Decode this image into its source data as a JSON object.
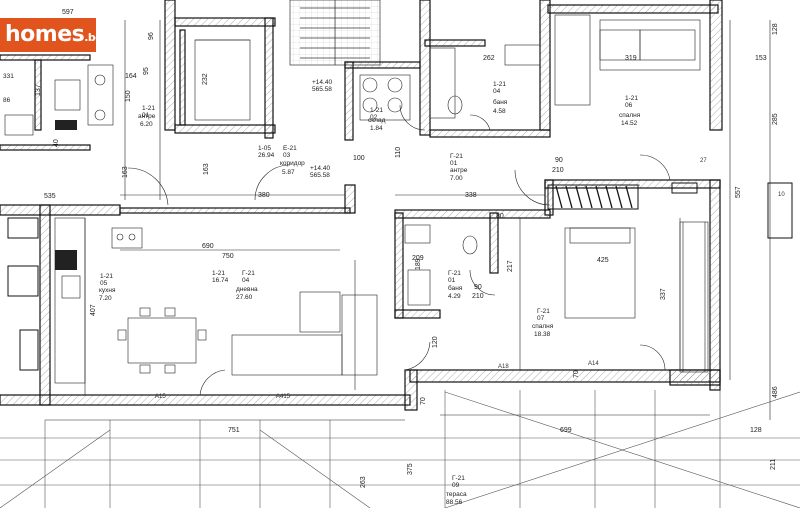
{
  "logo": {
    "main": "homes",
    "tld": ".bg"
  },
  "rooms": {
    "entry_left": {
      "num": "1-21\n01",
      "name": "антре",
      "area": "6.20"
    },
    "corridor": {
      "num": "1-05\n26.94",
      "code": "E-21\n03",
      "name": "коридор",
      "area": "5.87"
    },
    "storage": {
      "num": "1-21\n02",
      "name": "склад",
      "area": "1.84"
    },
    "bath_top": {
      "num": "1-21\n04",
      "name": "баня",
      "area": "4.58"
    },
    "entry_mid": {
      "num": "Г-21\n01",
      "name": "антре",
      "area": "7.00"
    },
    "bedroom_top": {
      "num": "1-21\n06",
      "name": "спалня",
      "area": "14.52"
    },
    "kitchen": {
      "num": "1-21\n05",
      "name": "кухня",
      "area": "7.20"
    },
    "living": {
      "num": "1-21\n16.74",
      "code": "Г-21\n04",
      "name": "дневна",
      "area": "27.60"
    },
    "bath_mid": {
      "num": "Г-21\n01",
      "name": "баня",
      "area": "4.29"
    },
    "bedroom_mid": {
      "num": "Г-21\n07",
      "name": "спалня",
      "area": "18.38"
    },
    "terrace": {
      "num": "Г-21\n09",
      "name": "тераса",
      "area": "88.56"
    },
    "left_small": {
      "num": "331",
      "area": "86"
    }
  },
  "dimensions": {
    "d597": "597",
    "d96": "96",
    "d95": "95",
    "d164": "164",
    "d150": "150",
    "d232": "232",
    "d137": "137",
    "d163a": "163",
    "d163b": "163",
    "d40": "40",
    "d535": "535",
    "d380": "380",
    "d338": "338",
    "d262": "262",
    "d319": "319",
    "d153": "153",
    "d128a": "128",
    "d128b": "128",
    "d285": "285",
    "d557": "557",
    "d690": "690",
    "d750": "750",
    "d407": "407",
    "d425": "425",
    "d337": "337",
    "d486": "486",
    "d699": "699",
    "d751": "751",
    "d375": "375",
    "d211": "211",
    "d263": "263",
    "d189": "189",
    "d217": "217",
    "d110": "110",
    "d70a": "70",
    "d70b": "70",
    "d120": "120",
    "d90a": "90",
    "d210a": "210",
    "d90b": "90",
    "d210b": "210",
    "d100": "100",
    "d80": "80",
    "d209": "209"
  },
  "levels": {
    "lv1": "+14.40\n565.58",
    "lv2": "+14.40\n565.58"
  },
  "marks": {
    "a15": "A15",
    "a415": "A415",
    "a18": "A18",
    "a14": "A14",
    "num27": "27",
    "num10": "10"
  }
}
